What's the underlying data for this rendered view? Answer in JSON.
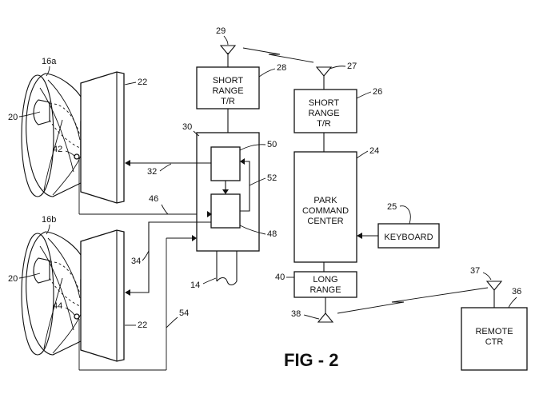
{
  "figure": {
    "title": "FIG - 2"
  },
  "blocks": {
    "short_range_left": {
      "line1": "SHORT",
      "line2": "RANGE",
      "line3": "T/R"
    },
    "short_range_right": {
      "line1": "SHORT",
      "line2": "RANGE",
      "line3": "T/R"
    },
    "park_command_center": {
      "line1": "PARK",
      "line2": "COMMAND",
      "line3": "CENTER"
    },
    "keyboard": {
      "label": "KEYBOARD"
    },
    "long_range": {
      "line1": "LONG",
      "line2": "RANGE"
    },
    "remote_ctr": {
      "line1": "REMOTE",
      "line2": "CTR"
    }
  },
  "reference_numerals": {
    "n14": "14",
    "n16a": "16a",
    "n16b": "16b",
    "n20_top": "20",
    "n20_bottom": "20",
    "n22_top": "22",
    "n22_bottom": "22",
    "n24": "24",
    "n25": "25",
    "n26": "26",
    "n27": "27",
    "n28": "28",
    "n29": "29",
    "n30": "30",
    "n32": "32",
    "n34": "34",
    "n36": "36",
    "n37": "37",
    "n38": "38",
    "n40": "40",
    "n42": "42",
    "n44": "44",
    "n46": "46",
    "n48": "48",
    "n50": "50",
    "n52": "52",
    "n54": "54"
  }
}
